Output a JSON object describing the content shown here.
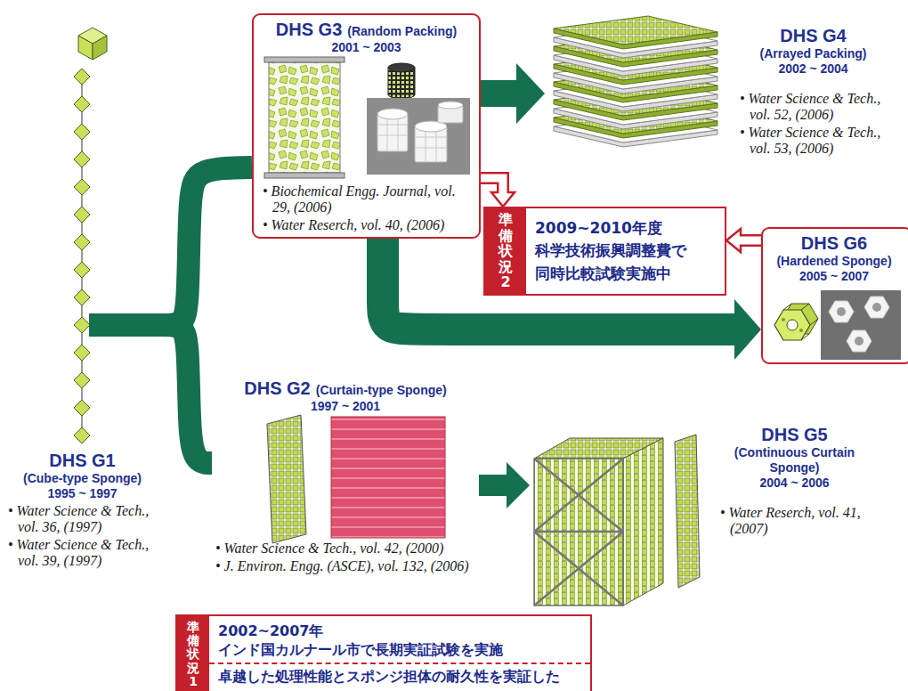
{
  "diagram": {
    "nodes": [
      {
        "text": [
          "DHS G1",
          "(Cube-type Sponge)",
          "1995 ~ 1997",
          "• Water Science & Tech., vol. 36, (1997)",
          "• Water Science & Tech., vol. 39, (1997)"
        ]
      },
      {
        "text": [
          "DHS G2",
          "(Curtain-type Sponge)",
          "1997 ~ 2001",
          "• Water Science & Tech., vol. 42, (2000)",
          "• J. Environ. Engg. (ASCE), vol. 132, (2006)"
        ]
      },
      {
        "text": [
          "DHS G3",
          "(Random Packing)",
          "2001 ~ 2003",
          "• Biochemical Engg. Journal, vol. 29, (2006)",
          "• Water Reserch, vol. 40, (2006)"
        ]
      },
      {
        "text": [
          "DHS G4",
          "(Arrayed Packing)",
          "2002 ~ 2004",
          "• Water Science & Tech., vol. 52, (2006)",
          "• Water Science & Tech., vol. 53, (2006)"
        ]
      },
      {
        "text": [
          "DHS G5",
          "(Continuous Curtain Sponge)",
          "2004 ~ 2006",
          "• Water Reserch, vol. 41, (2007)"
        ]
      },
      {
        "text": [
          "DHS G6",
          "(Hardened Sponge)",
          "2005 ~ 2007"
        ]
      },
      {
        "text": [
          "準備状況2",
          "2009~2010年度 科学技術振興調整費で 同時比較試験実施中"
        ]
      },
      {
        "text": [
          "準備状況1",
          "2002~2007年 インド国カルナール市で長期実証試験を実施",
          "卓越した処理性能とスポンジ担体の耐久性を実証した"
        ]
      }
    ],
    "edges": [
      {
        "from": 0,
        "to": 2,
        "arrow": "none"
      },
      {
        "from": 0,
        "to": 1,
        "arrow": "none"
      },
      {
        "from": 2,
        "to": 3,
        "arrow": "to"
      },
      {
        "from": 1,
        "to": 4,
        "arrow": "to"
      },
      {
        "from": 2,
        "to": 5,
        "arrow": "to"
      },
      {
        "from": 2,
        "to": 6,
        "arrow": "to"
      },
      {
        "from": 5,
        "to": 6,
        "arrow": "to"
      }
    ]
  }
}
